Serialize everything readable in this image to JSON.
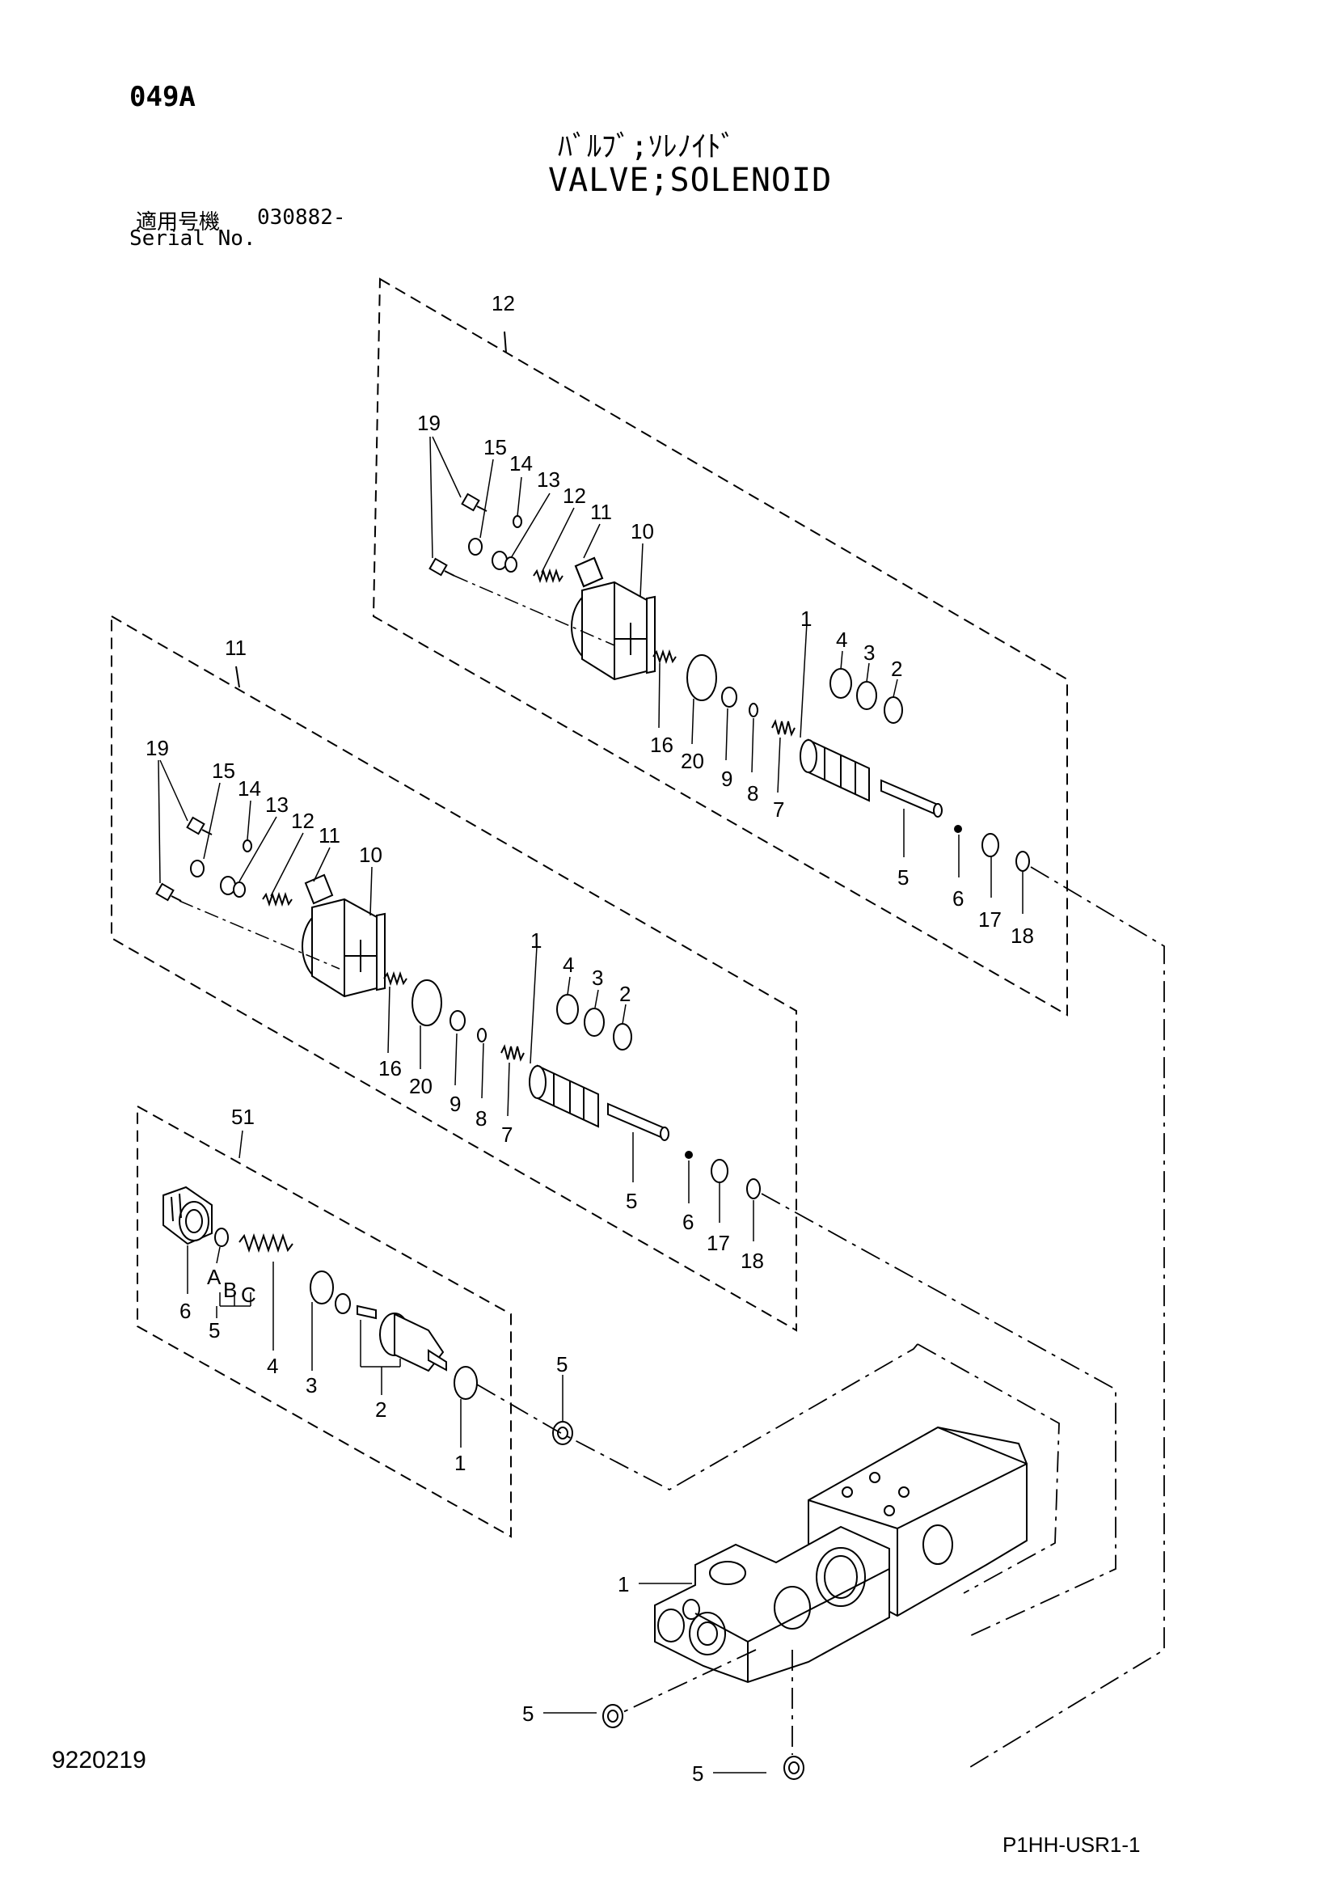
{
  "header": {
    "page_code": "049A",
    "title_jp": "ﾊﾞﾙﾌﾞ;ｿﾚﾉｲﾄﾞ",
    "title_en": "VALVE;SOLENOID",
    "serial_label_jp": "適用号機",
    "serial_value": "030882-",
    "serial_label_en": "Serial No."
  },
  "footer": {
    "figure_number": "9220219",
    "sheet_code": "P1HH-USR1-1"
  },
  "callouts": {
    "group12": {
      "group": "12",
      "c19": "19",
      "c15": "15",
      "c14": "14",
      "c13": "13",
      "c12": "12",
      "c11": "11",
      "c10": "10",
      "c1": "1",
      "c4": "4",
      "c3": "3",
      "c2": "2",
      "c16": "16",
      "c20": "20",
      "c9": "9",
      "c8": "8",
      "c7": "7",
      "c5": "5",
      "c6": "6",
      "c17": "17",
      "c18": "18"
    },
    "group11": {
      "group": "11",
      "c19": "19",
      "c15": "15",
      "c14": "14",
      "c13": "13",
      "c12": "12",
      "c11": "11",
      "c10": "10",
      "c1": "1",
      "c4": "4",
      "c3": "3",
      "c2": "2",
      "c16": "16",
      "c20": "20",
      "c9": "9",
      "c8": "8",
      "c7": "7",
      "c5": "5",
      "c6": "6",
      "c17": "17",
      "c18": "18"
    },
    "group51": {
      "group": "51",
      "c6": "6",
      "cA": "A",
      "cB": "B",
      "cC": "C",
      "c5": "5",
      "c4": "4",
      "c3": "3",
      "c2": "2",
      "c1": "1",
      "c5plug": "5"
    },
    "body": {
      "c1": "1",
      "c5a": "5",
      "c5b": "5"
    }
  }
}
